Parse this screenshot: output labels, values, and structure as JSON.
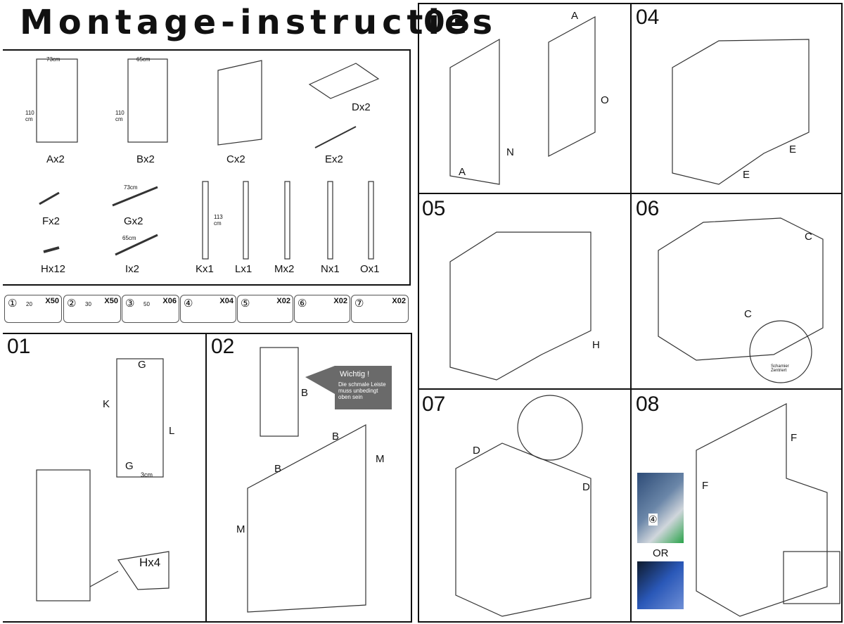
{
  "title": "Montage-instructies",
  "parts": {
    "A": {
      "label": "Ax2",
      "width": "73cm",
      "height": "110\ncm"
    },
    "B": {
      "label": "Bx2",
      "width": "65cm",
      "height": "110\ncm"
    },
    "C": {
      "label": "Cx2"
    },
    "D": {
      "label": "Dx2"
    },
    "E": {
      "label": "Ex2"
    },
    "F": {
      "label": "Fx2"
    },
    "G": {
      "label": "Gx2",
      "length": "73cm"
    },
    "H": {
      "label": "Hx12"
    },
    "I": {
      "label": "Ix2",
      "length": "65cm"
    },
    "K": {
      "label": "Kx1",
      "length": "113\ncm"
    },
    "L": {
      "label": "Lx1"
    },
    "M": {
      "label": "Mx2"
    },
    "N": {
      "label": "Nx1"
    },
    "O": {
      "label": "Ox1"
    }
  },
  "hardware": [
    {
      "num": "①",
      "size": "20",
      "qty": "X50"
    },
    {
      "num": "②",
      "size": "30",
      "qty": "X50"
    },
    {
      "num": "③",
      "size": "50",
      "qty": "X06"
    },
    {
      "num": "④",
      "size": "",
      "qty": "X04"
    },
    {
      "num": "⑤",
      "size": "",
      "qty": "X02"
    },
    {
      "num": "⑥",
      "size": "",
      "qty": "X02"
    },
    {
      "num": "⑦",
      "size": "",
      "qty": "X02"
    }
  ],
  "steps": {
    "s01": {
      "num": "01",
      "G_top": "G",
      "K": "K",
      "L": "L",
      "G_bottom": "G",
      "gap": "3cm",
      "hx4": "Hx4"
    },
    "s02": {
      "num": "02",
      "B1": "B",
      "wichtig_title": "Wichtig !",
      "wichtig_text": "Die schmale Leiste muss unbedingt oben sein",
      "B2": "B",
      "B3": "B",
      "M1": "M",
      "M2": "M"
    },
    "s03": {
      "num": "03",
      "A1": "A",
      "O": "O",
      "N": "N",
      "A2": "A"
    },
    "s04": {
      "num": "04",
      "E1": "E",
      "E2": "E"
    },
    "s05": {
      "num": "05",
      "H": "H"
    },
    "s06": {
      "num": "06",
      "C1": "C",
      "C2": "C",
      "scharnier": "Scharnier\nZentriert"
    },
    "s07": {
      "num": "07",
      "D1": "D",
      "D2": "D"
    },
    "s08": {
      "num": "08",
      "F1": "F",
      "F2": "F",
      "or": "OR"
    }
  }
}
